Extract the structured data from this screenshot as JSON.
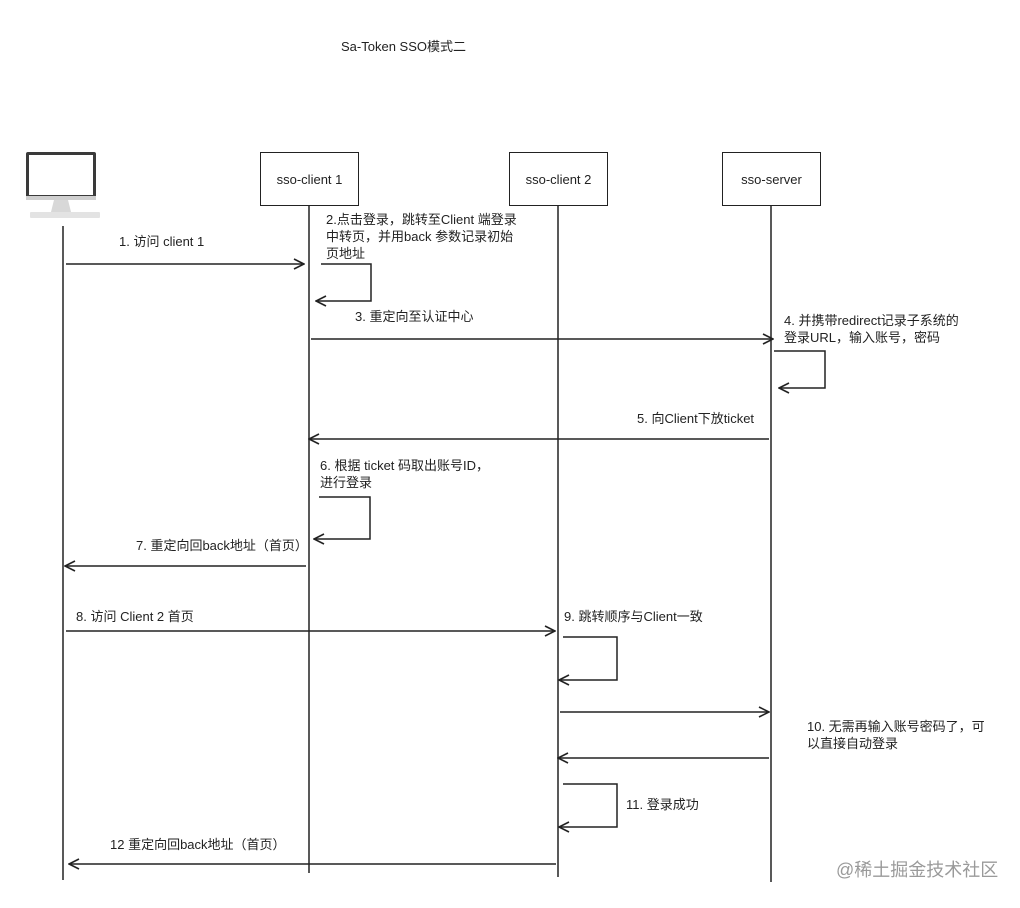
{
  "title": "Sa-Token SSO模式二",
  "actors": {
    "user": {
      "name": "computer-monitor-icon"
    },
    "client1": {
      "label": "sso-client 1"
    },
    "client2": {
      "label": "sso-client 2"
    },
    "server": {
      "label": "sso-server"
    }
  },
  "steps": {
    "s1": "1. 访问 client 1",
    "s2": "2.点击登录，跳转至Client 端登录中转页，并用back 参数记录初始页地址",
    "s3": "3. 重定向至认证中心",
    "s4": "4. 并携带redirect记录子系统的登录URL，输入账号，密码",
    "s5": "5. 向Client下放ticket",
    "s6": "6. 根据 ticket 码取出账号ID，进行登录",
    "s7": "7. 重定向回back地址（首页）",
    "s8": "8. 访问 Client 2 首页",
    "s9": "9. 跳转顺序与Client一致",
    "s10": "10. 无需再输入账号密码了，可以直接自动登录",
    "s11": "11. 登录成功",
    "s12": "12 重定向回back地址（首页）"
  },
  "watermark": "@稀土掘金技术社区",
  "colors": {
    "stroke": "#222222",
    "watermark": "#9a9a9a"
  }
}
